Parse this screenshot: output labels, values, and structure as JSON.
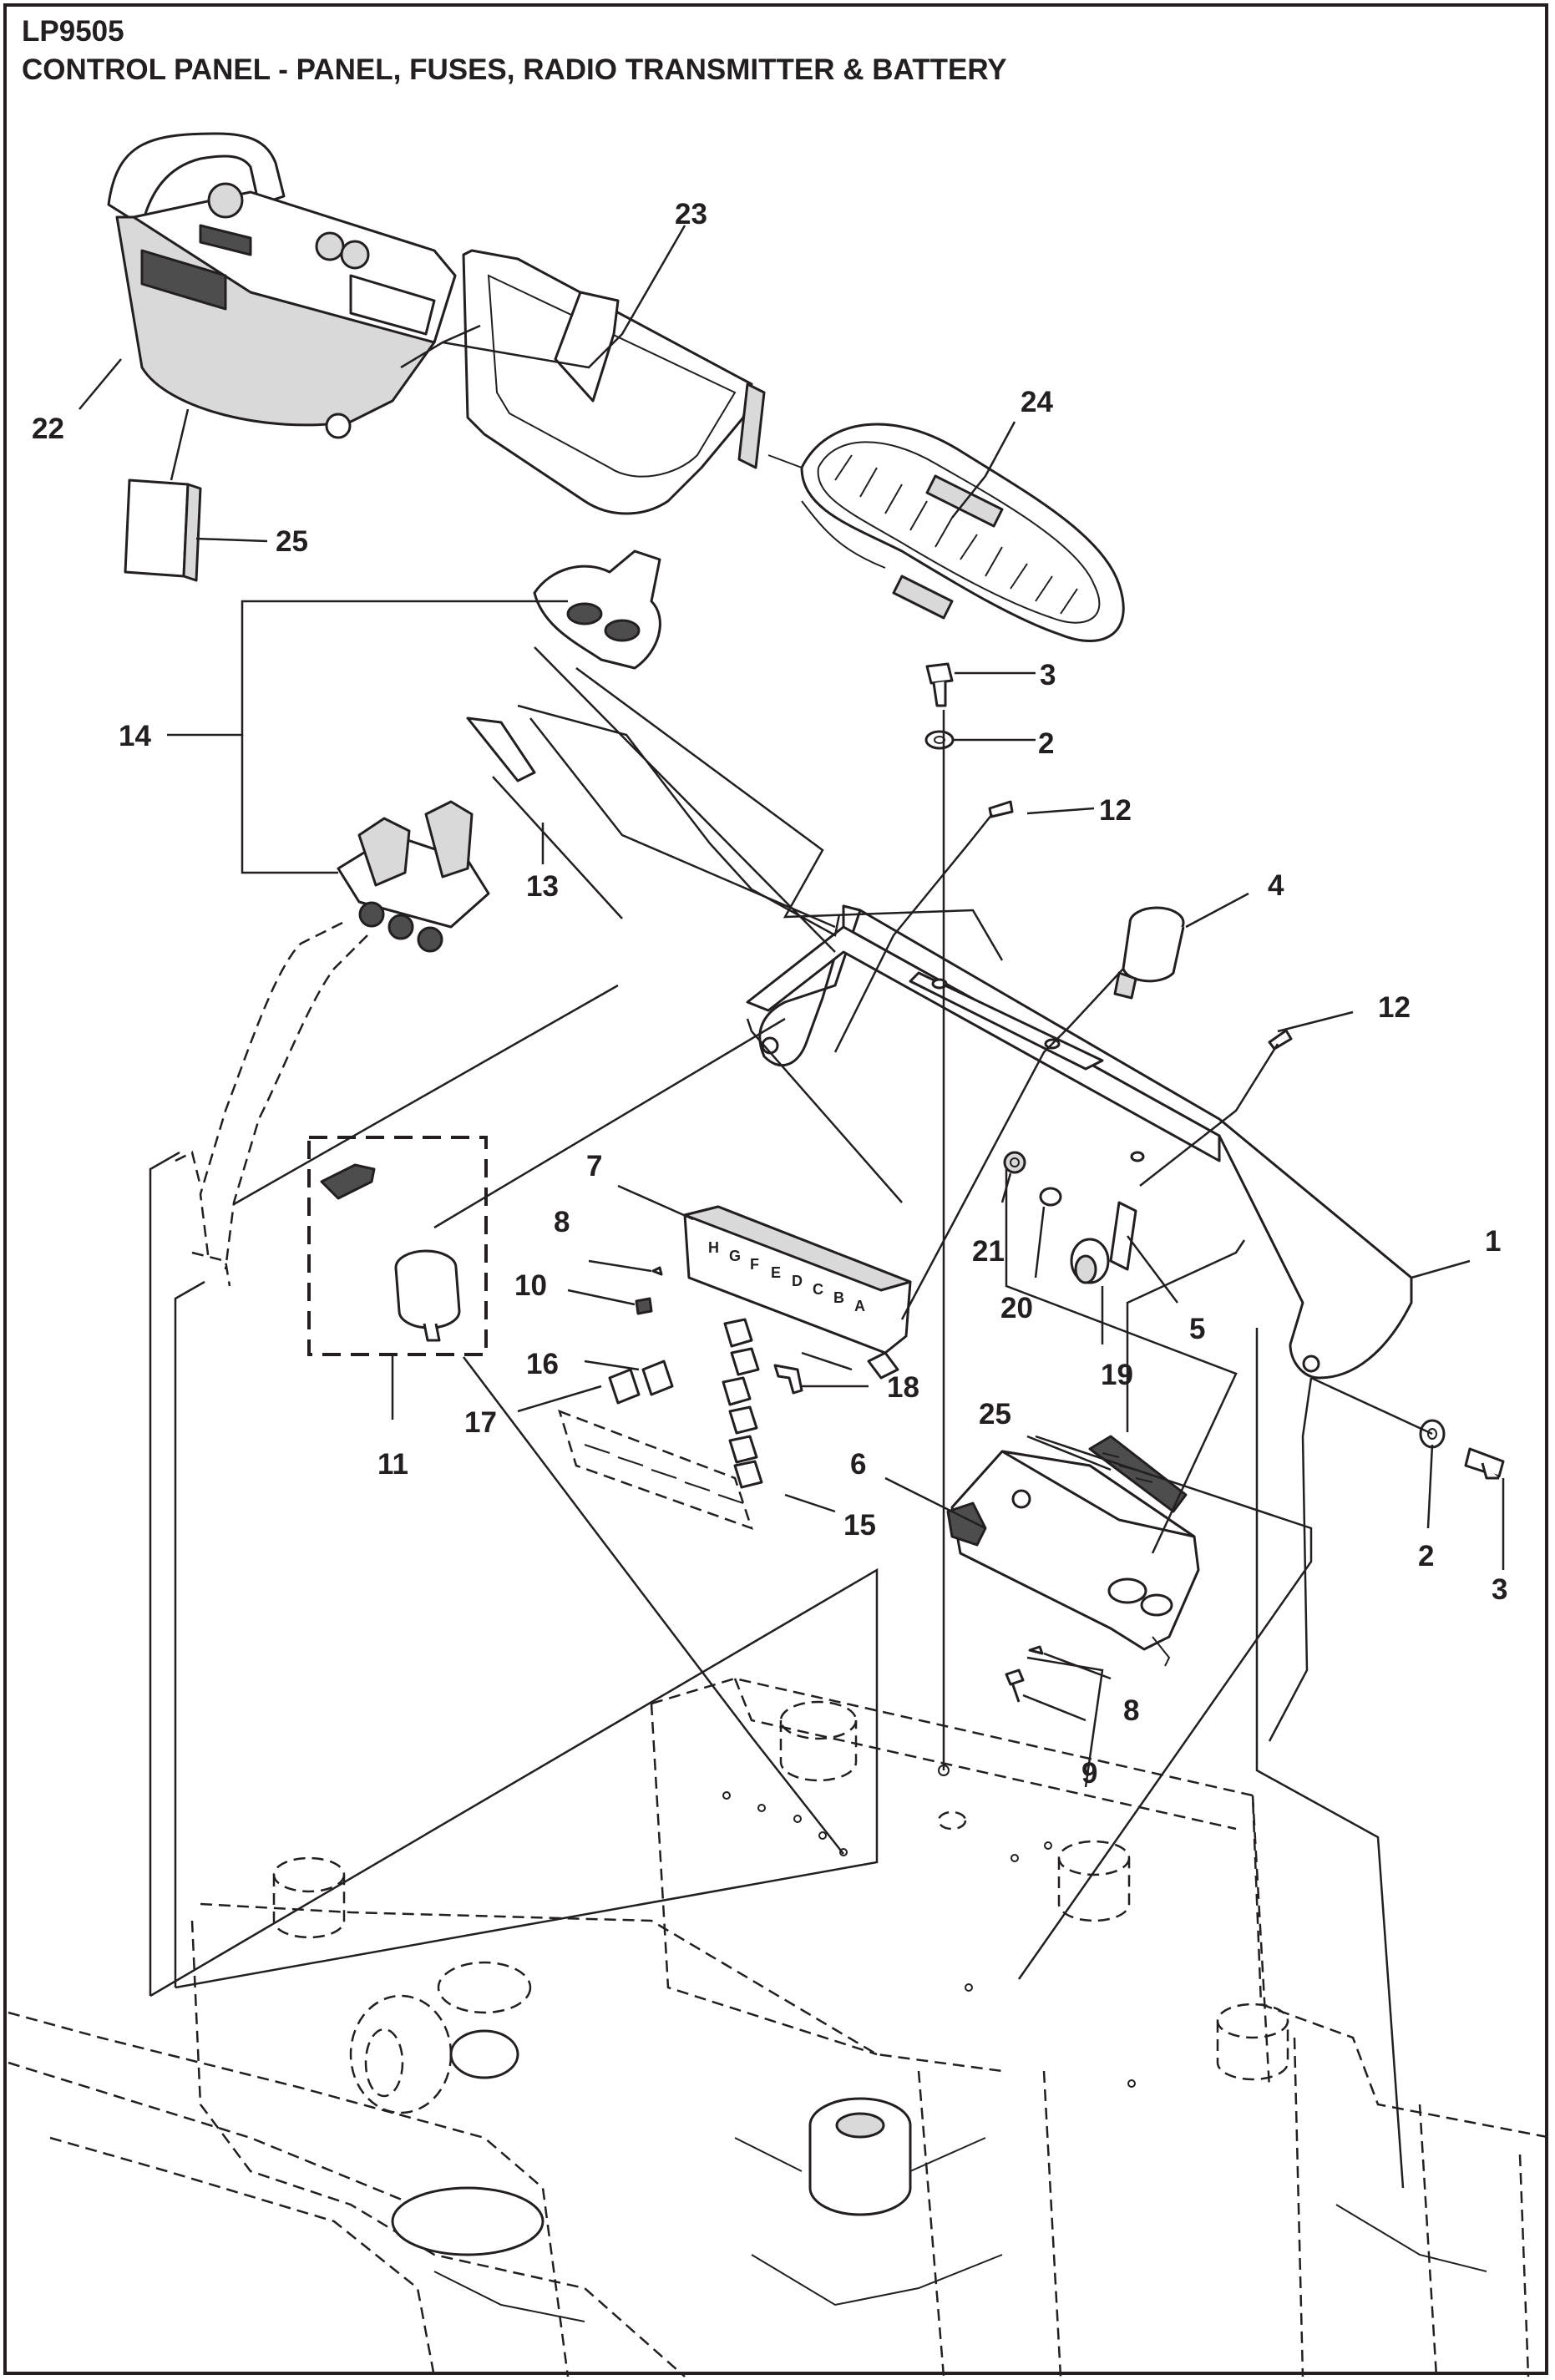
{
  "header": {
    "model": "LP9505",
    "title": "CONTROL PANEL - PANEL, FUSES, RADIO TRANSMITTER & BATTERY"
  },
  "callouts": {
    "c1": "1",
    "c2a": "2",
    "c2b": "2",
    "c3a": "3",
    "c3b": "3",
    "c4": "4",
    "c5": "5",
    "c6": "6",
    "c7": "7",
    "c8a": "8",
    "c8b": "8",
    "c9": "9",
    "c10": "10",
    "c11": "11",
    "c12a": "12",
    "c12b": "12",
    "c13": "13",
    "c14": "14",
    "c15": "15",
    "c16": "16",
    "c17": "17",
    "c18": "18",
    "c19": "19",
    "c20": "20",
    "c21": "21",
    "c22": "22",
    "c23": "23",
    "c24": "24",
    "c25a": "25",
    "c25b": "25"
  },
  "fuse_block_letters": [
    "H",
    "G",
    "F",
    "E",
    "D",
    "C",
    "B",
    "A"
  ]
}
